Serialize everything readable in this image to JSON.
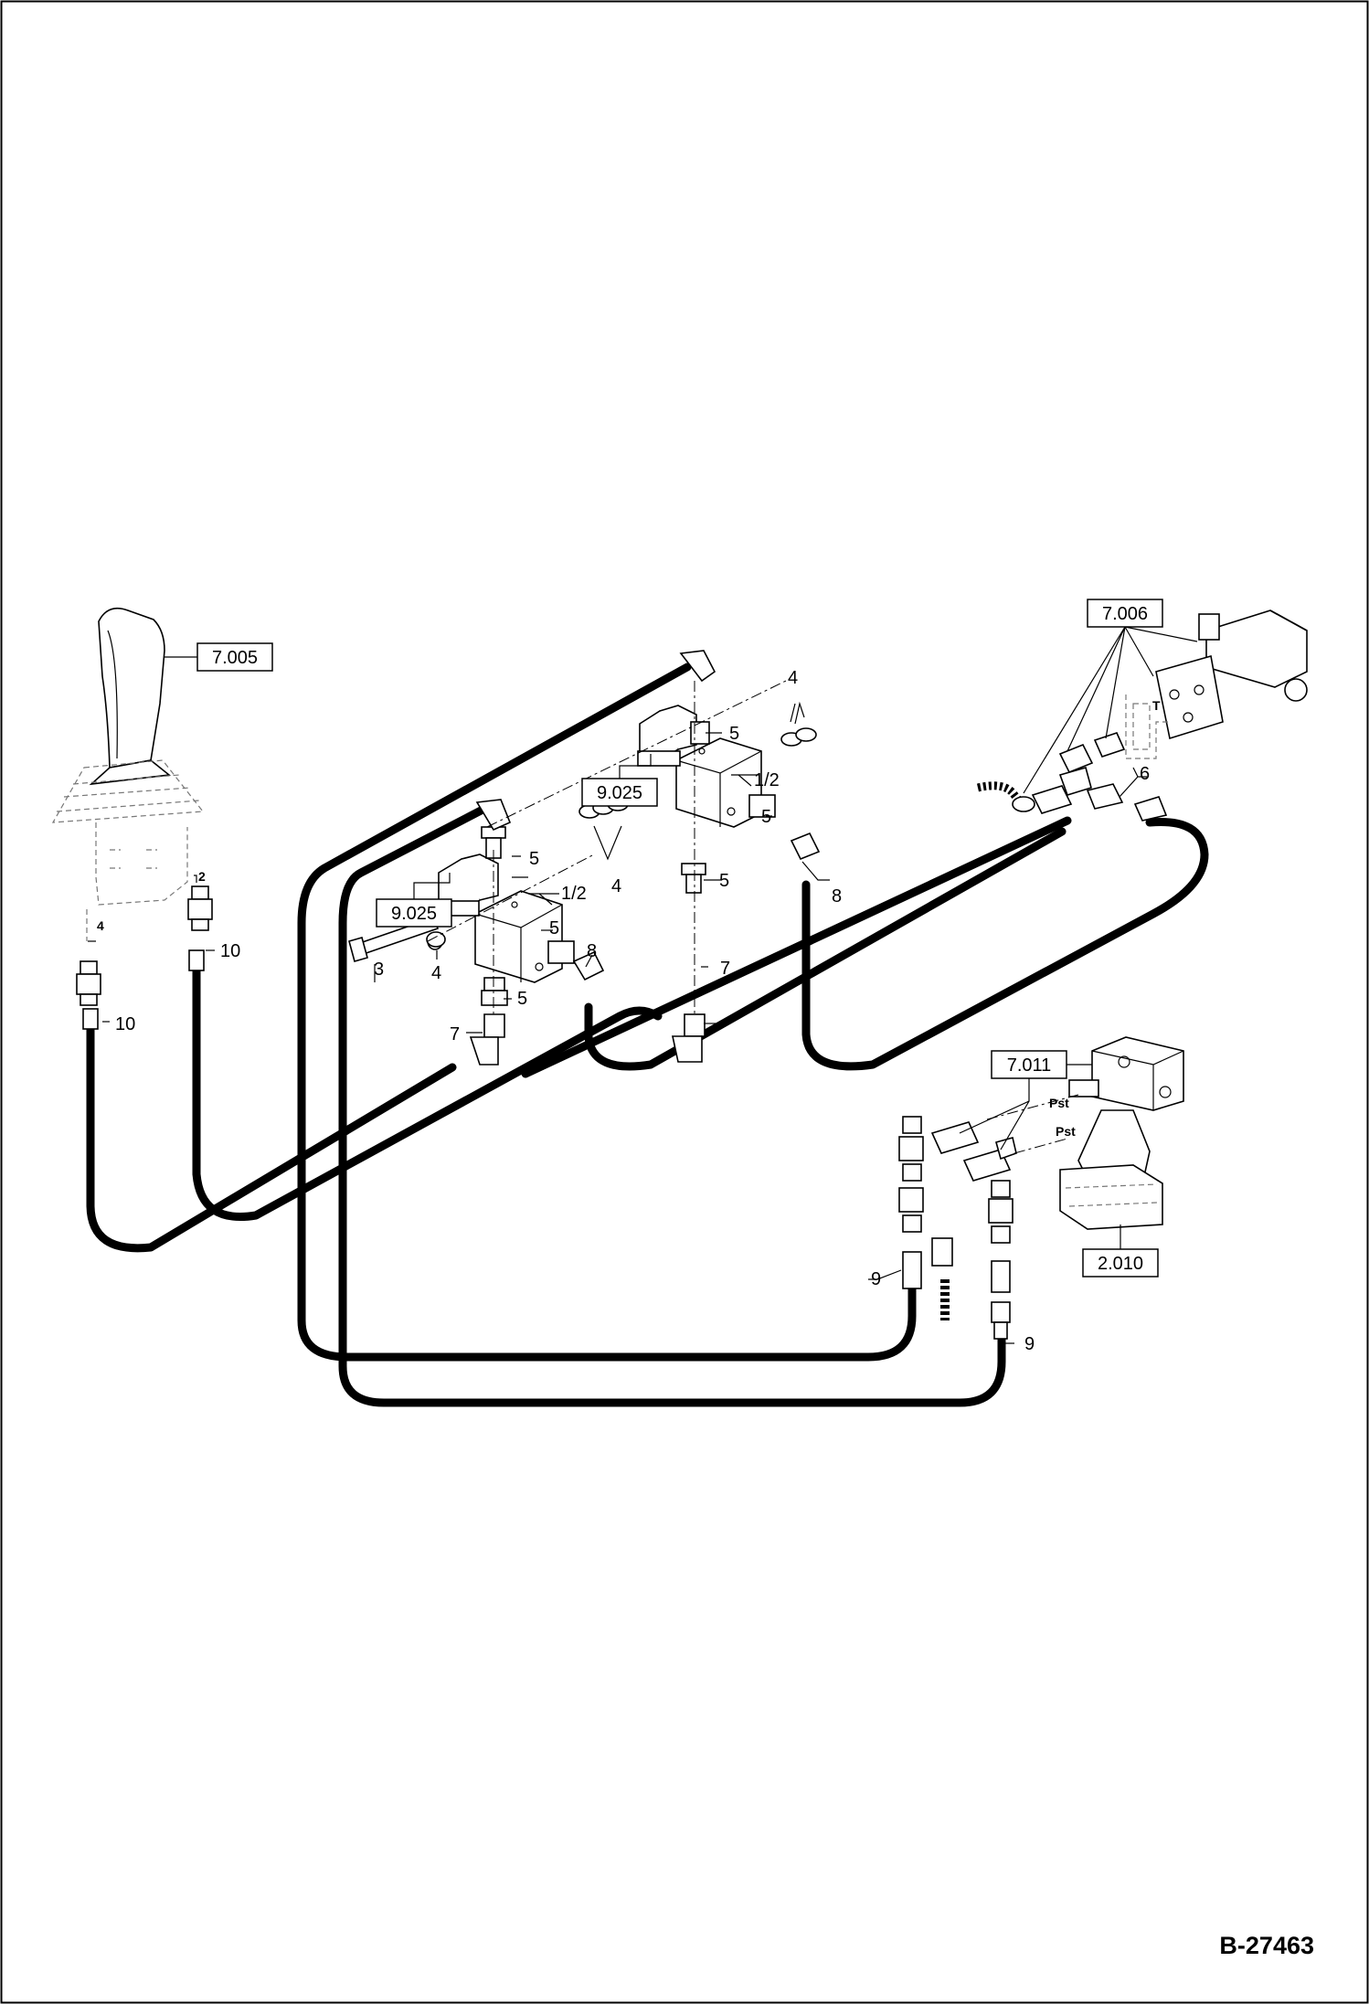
{
  "drawing_number": "B-27463",
  "reference_boxes": {
    "joystick": "7.005",
    "control_valve": "7.006",
    "brake_valve": "7.011",
    "travel_motor": "2.010",
    "solenoid_upper": "9.025",
    "solenoid_lower": "9.025"
  },
  "callouts": {
    "c1_2_upper": "1/2",
    "c1_2_lower": "1/2",
    "c2": "2",
    "c3": "3",
    "c4_top": "4",
    "c4_mid": "4",
    "c4_low": "4",
    "c4_joy": "4",
    "c5_a": "5",
    "c5_b": "5",
    "c5_c": "5",
    "c5_d": "5",
    "c5_e": "5",
    "c5_f": "5",
    "c6": "6",
    "c7_a": "7",
    "c7_b": "7",
    "c8_a": "8",
    "c8_b": "8",
    "c9_a": "9",
    "c9_b": "9",
    "c10_a": "10",
    "c10_b": "10"
  },
  "port_labels": {
    "t": "T",
    "pst_upper": "Pst",
    "pst_lower": "Pst"
  },
  "icons": {
    "joystick": "joystick-icon",
    "solenoid_valve": "solenoid-valve-icon",
    "control_valve": "control-valve-icon",
    "travel_motor": "travel-motor-icon",
    "fitting": "fitting-icon",
    "hose": "hose-icon"
  }
}
